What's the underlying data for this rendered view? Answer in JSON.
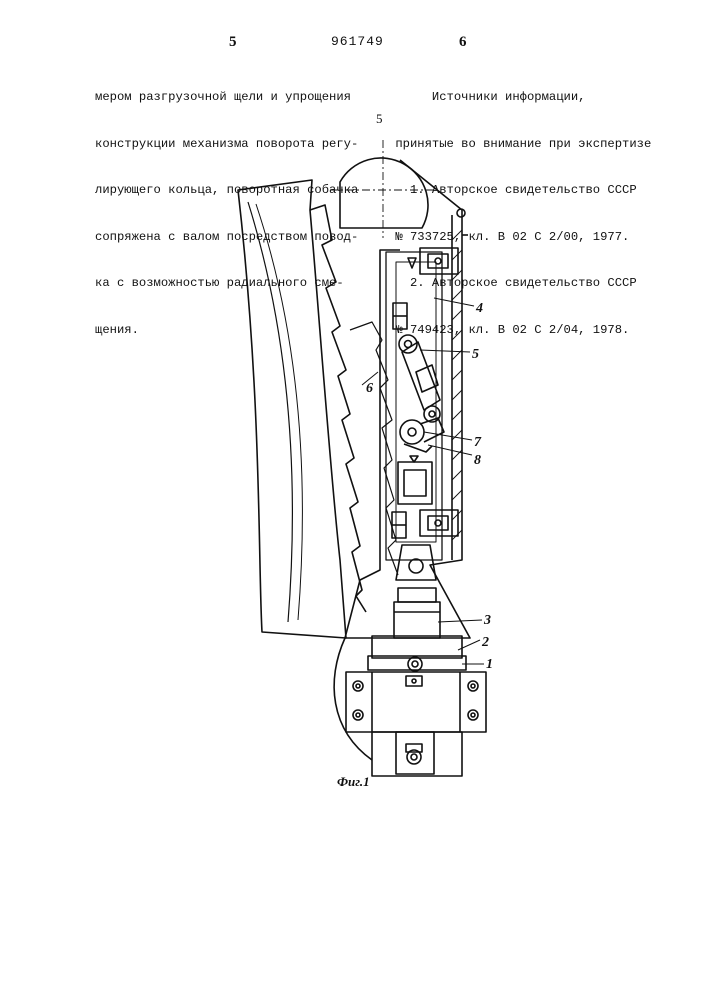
{
  "header": {
    "left_page": "5",
    "doc_number": "961749",
    "right_page": "6"
  },
  "left_column": {
    "lines": [
      "мером разгрузочной щели и упрощения",
      "конструкции механизма поворота регу-",
      "лирующего кольца, поворотная собачка",
      "сопряжена с валом посредством повод-",
      "ка с возможностью радиального сме-",
      "щения."
    ]
  },
  "right_column": {
    "lines": [
      "      Источники информации,",
      " принятые во внимание при экспертизе",
      "   1. Авторское свидетельство СССР",
      " № 733725, кл. В 02 С 2/00, 1977.",
      "   2. Авторское свидетельство СССР",
      " № 749423, кл. В 02 С 2/04, 1978."
    ]
  },
  "margin_line_number": "5",
  "figure": {
    "callouts": [
      "4",
      "5",
      "6",
      "7",
      "8",
      "3",
      "2",
      "1"
    ],
    "caption": "Фиг.1"
  }
}
